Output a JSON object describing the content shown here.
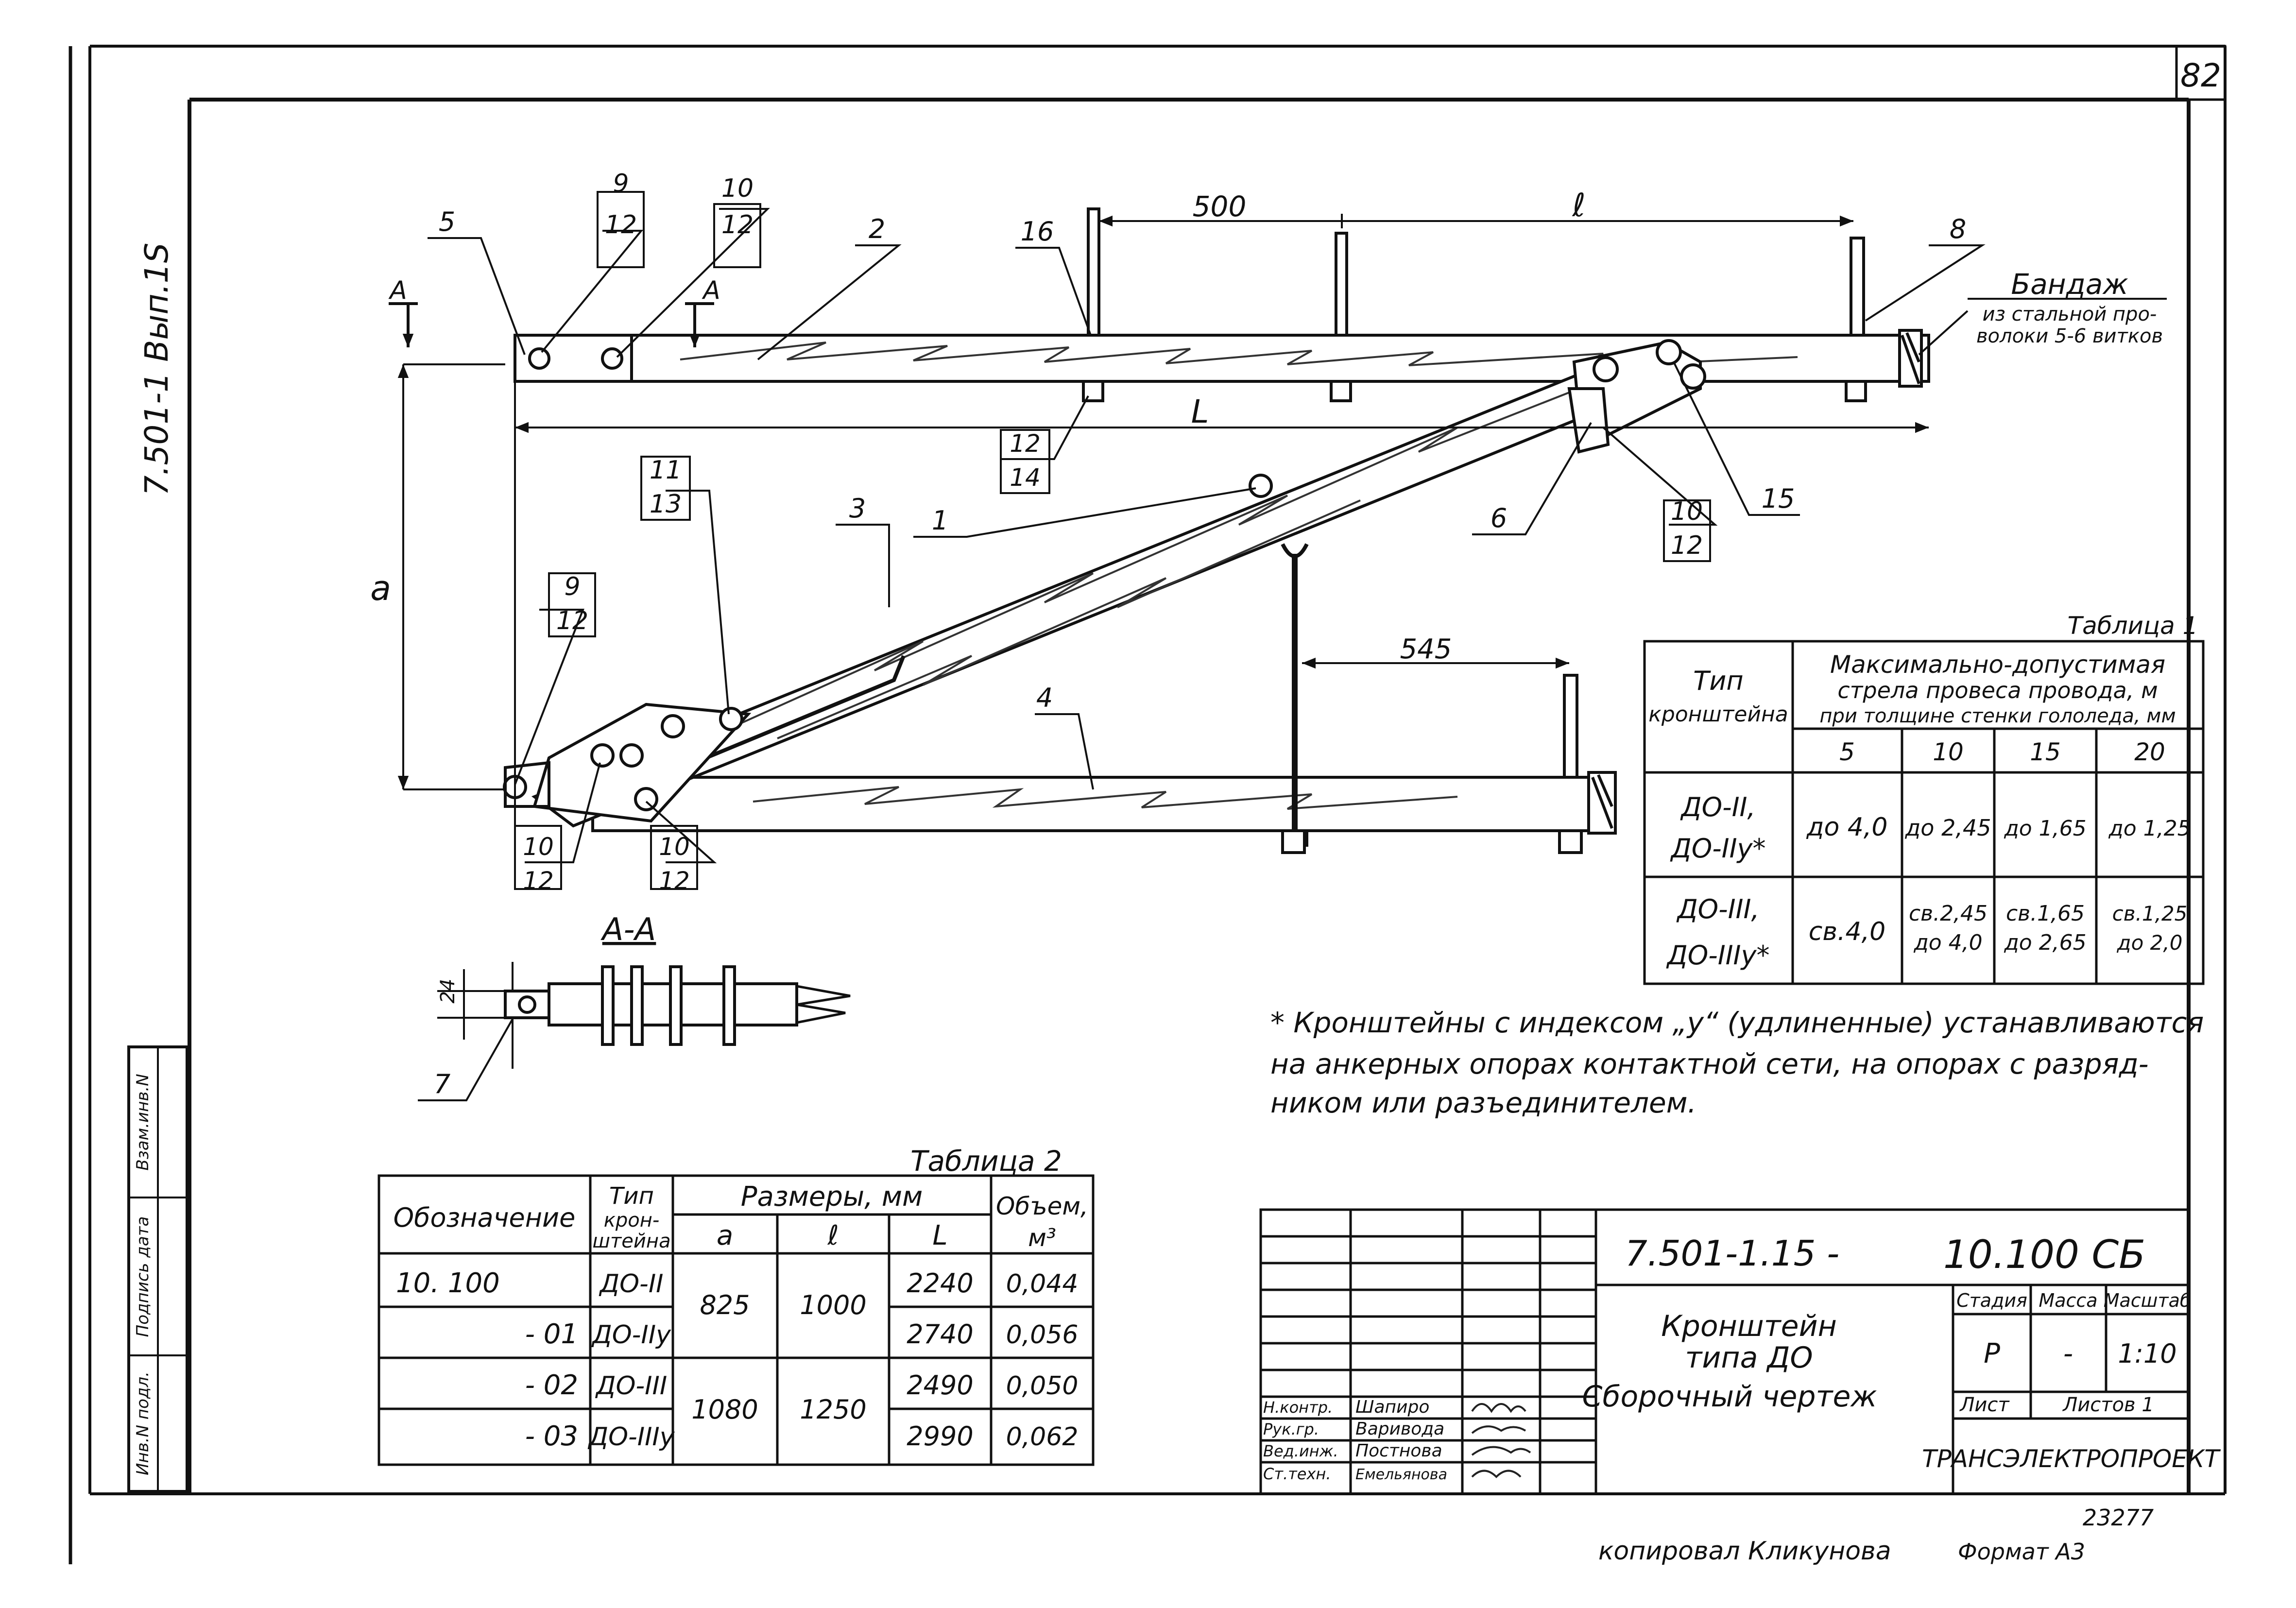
{
  "sheet": {
    "page_number": "82",
    "side_label": "7.501-1 Вып.1S",
    "stamp_labels": [
      "Инв.N подл.",
      "Подпись дата",
      "Взам.инв.N"
    ]
  },
  "drawing": {
    "dimensions": {
      "d500": "500",
      "l": "ℓ",
      "L": "L",
      "a": "a",
      "d545": "545",
      "d24": "24"
    },
    "section_marks": {
      "left": "А",
      "right": "А"
    },
    "section_title": "А-А",
    "callouts": {
      "c5": "5",
      "c9a": "9",
      "c12a": "12",
      "c10a": "10",
      "c12b": "12",
      "c2": "2",
      "c16": "16",
      "c8": "8",
      "c12c": "12",
      "c14": "14",
      "c11": "11",
      "c13": "13",
      "c3": "3",
      "c1": "1",
      "c6": "6",
      "c10b": "10",
      "c12d": "12",
      "c15": "15",
      "c9b": "9",
      "c12e": "12",
      "c4": "4",
      "c10c": "10",
      "c12f": "12",
      "c10d": "10",
      "c12g": "12",
      "c7": "7"
    },
    "bandage_title": "Бандаж",
    "bandage_line1": "из стальной про-",
    "bandage_line2": "волоки 5-6 витков"
  },
  "table1": {
    "caption": "Таблица 1",
    "h_type_1": "Тип",
    "h_type_2": "кронштейна",
    "h_sag_1": "Максимально-допустимая",
    "h_sag_2": "стрела провеса провода, м",
    "h_sag_3": "при толщине стенки гололеда, мм",
    "thickness": [
      "5",
      "10",
      "15",
      "20"
    ],
    "row1_type_1": "ДО-II,",
    "row1_type_2": "ДО-IIу*",
    "row1_vals": [
      "до 4,0",
      "до 2,45",
      "до 1,65",
      "до 1,25"
    ],
    "row2_type_1": "ДО-III,",
    "row2_type_2": "ДО-IIIу*",
    "row2_v1": "св.4,0",
    "row2_v2a": "св.2,45",
    "row2_v2b": "до 4,0",
    "row2_v3a": "св.1,65",
    "row2_v3b": "до 2,65",
    "row2_v4a": "св.1,25",
    "row2_v4b": "до 2,0"
  },
  "footnote": {
    "line1": "* Кронштейны с индексом „у“ (удлиненные) устанавливаются",
    "line2": "на анкерных опорах контактной сети, на опорах с разряд-",
    "line3": "ником или разъединителем."
  },
  "table2": {
    "caption": "Таблица 2",
    "h_designation": "Обозначение",
    "h_type_1": "Тип",
    "h_type_2": "крон-",
    "h_type_3": "штейна",
    "h_sizes": "Размеры, мм",
    "h_a": "a",
    "h_l": "ℓ",
    "h_L": "L",
    "h_vol_1": "Объем,",
    "h_vol_2": "м³",
    "designations": [
      "10. 100",
      "- 01",
      "- 02",
      "- 03"
    ],
    "types": [
      "ДО-II",
      "ДО-IIу",
      "ДО-III",
      "ДО-IIIу"
    ],
    "a_vals": [
      "825",
      "1080"
    ],
    "l_vals": [
      "1000",
      "1250"
    ],
    "L_vals": [
      "2240",
      "2740",
      "2490",
      "2990"
    ],
    "vol_vals": [
      "0,044",
      "0,056",
      "0,050",
      "0,062"
    ]
  },
  "title_block": {
    "doc_code": "7.501-1.15 -",
    "doc_suffix": "10.100 СБ",
    "title_1": "Кронштейн",
    "title_2": "типа ДО",
    "title_3": "Сборочный чертеж",
    "h_stage": "Стадия",
    "h_mass": "Масса",
    "h_scale": "Масштаб",
    "stage": "Р",
    "mass": "-",
    "scale": "1:10",
    "sheet": "Лист",
    "sheets": "Листов 1",
    "roles": [
      "Н.контр.",
      "Рук.гр.",
      "Вед.инж.",
      "Ст.техн."
    ],
    "names": [
      "Шапиро",
      "Варивода",
      "Постнова",
      "Емельянова"
    ],
    "org": "ТРАНСЭЛЕКТРОПРОЕКТ"
  },
  "footer": {
    "inv": "23277",
    "copied": "копировал Кликунова",
    "format": "Формат А3"
  }
}
